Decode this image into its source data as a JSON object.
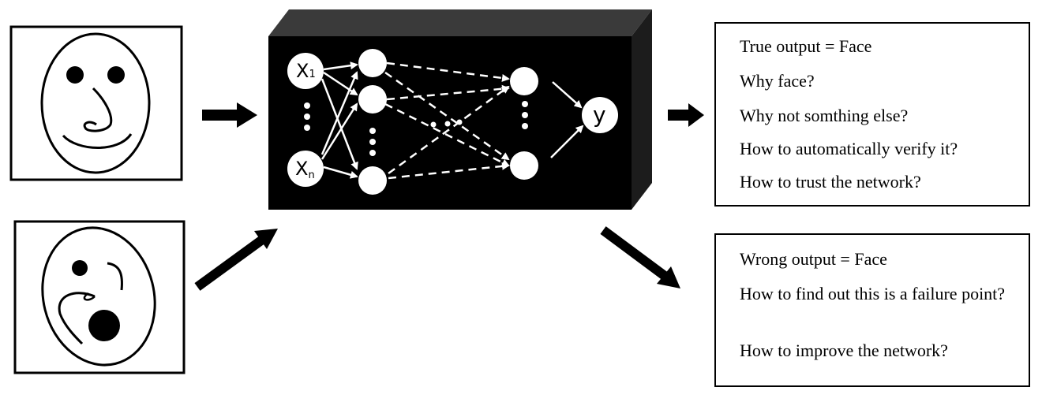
{
  "network": {
    "input_first": "X",
    "input_first_sub": "1",
    "input_last": "X",
    "input_last_sub": "n",
    "output": "y"
  },
  "correct_box": {
    "lines": [
      "True output = Face",
      "Why face?",
      "Why not somthing else?",
      "How to automatically verify it?",
      "How to trust the network?"
    ]
  },
  "wrong_box": {
    "lines": [
      "Wrong output = Face",
      "How to find out this is a failure point?",
      "How to improve the network?"
    ]
  },
  "icons": {
    "correct_input": "smiley-face-icon",
    "wrong_input": "distorted-face-icon",
    "model": "black-box-network-icon"
  }
}
